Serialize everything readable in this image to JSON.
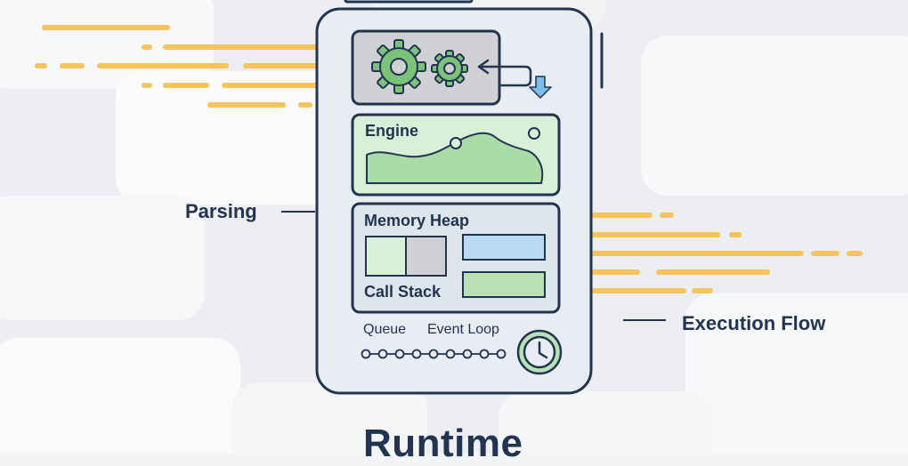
{
  "diagram": {
    "title": "Runtime",
    "left_annotation": "Parsing",
    "right_annotation": "Execution Flow",
    "panels": {
      "engine": "Engine",
      "memory_heap": "Memory Heap",
      "call_stack": "Call Stack",
      "queue": "Queue",
      "event_loop": "Event Loop"
    }
  },
  "colors": {
    "outline": "#22344f",
    "accent_yellow": "#f5c45e",
    "gear_green": "#7cc27b",
    "panel_green": "#d9f0d8",
    "panel_gray": "#cfd1d4",
    "panel_blue": "#b9d9f2",
    "arrow_blue": "#7dbbe8"
  },
  "icons": [
    "gear-icon",
    "arrow-left-icon",
    "arrow-down-icon",
    "clock-icon",
    "queue-chain-icon"
  ]
}
